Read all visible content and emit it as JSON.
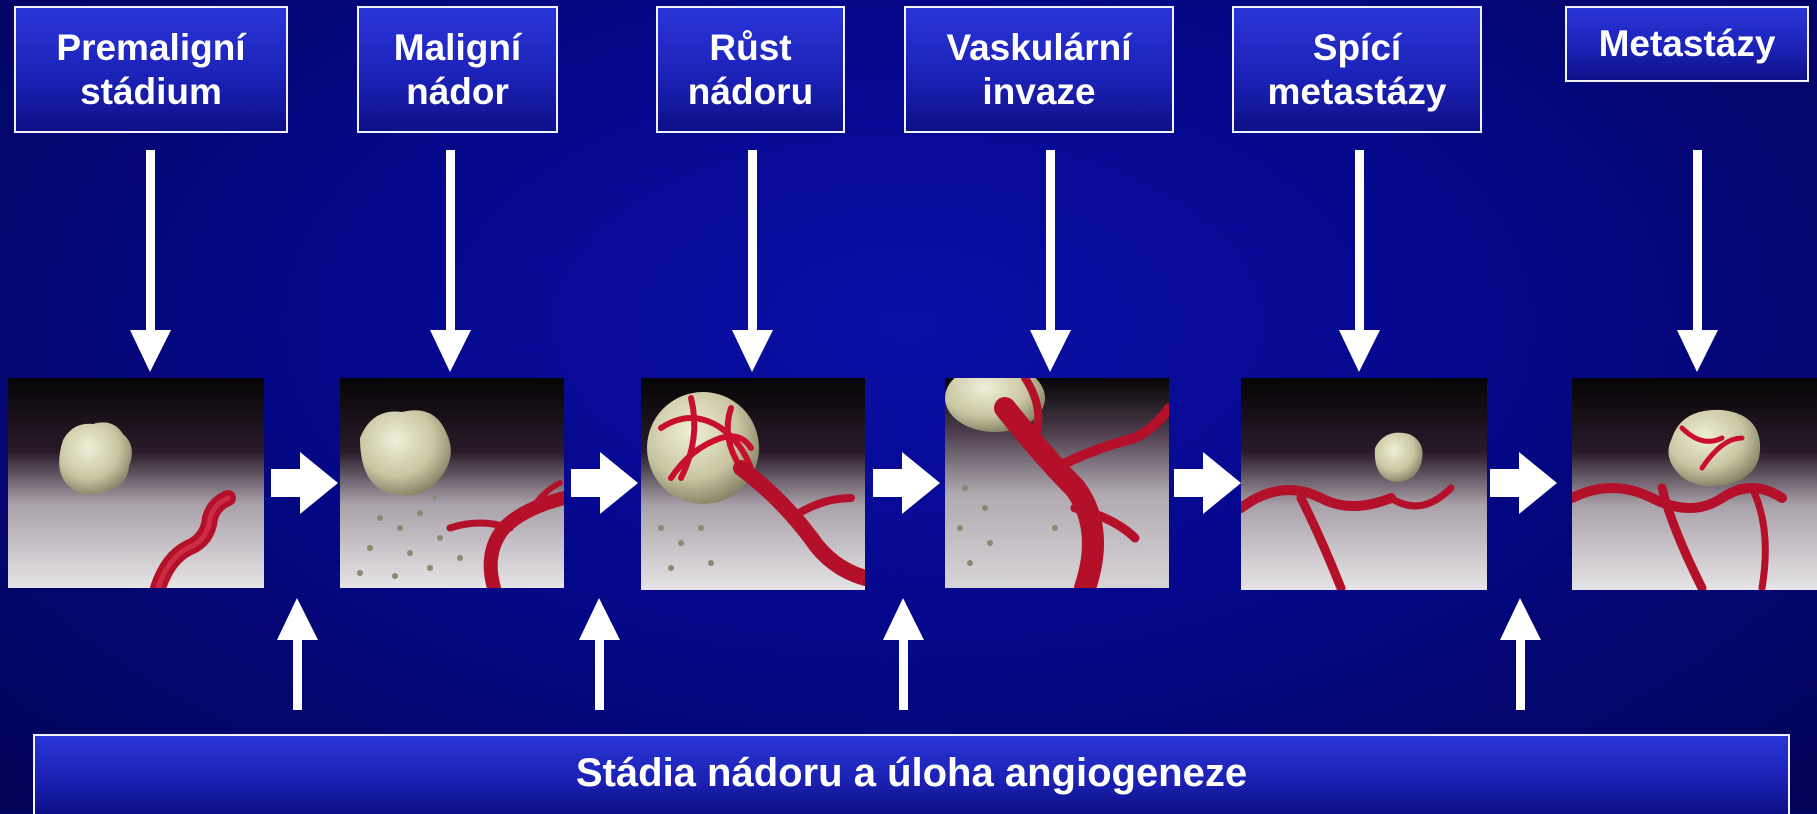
{
  "stages": [
    {
      "label": "Premaligní\nstádium",
      "image": "isolated-tumor-nodule-image"
    },
    {
      "label": "Maligní\nnádor",
      "image": "tumor-shedding-cells-image"
    },
    {
      "label": "Růst\nnádoru",
      "image": "vascularized-tumor-image"
    },
    {
      "label": "Vaskulární\ninvaze",
      "image": "vessel-invasion-image"
    },
    {
      "label": "Spící\nmetastázy",
      "image": "dormant-metastasis-image"
    },
    {
      "label": "Metastázy",
      "image": "vascularized-metastasis-image"
    }
  ],
  "footer": {
    "title": "Stádia nádoru a úloha angiogeneze"
  },
  "colors": {
    "background": "#05088a",
    "box_fill": "#1c22b8",
    "box_border": "#f2f2ff",
    "arrow": "#ffffff",
    "vessel": "#c8102e",
    "tumor": "#d8d6b8"
  }
}
